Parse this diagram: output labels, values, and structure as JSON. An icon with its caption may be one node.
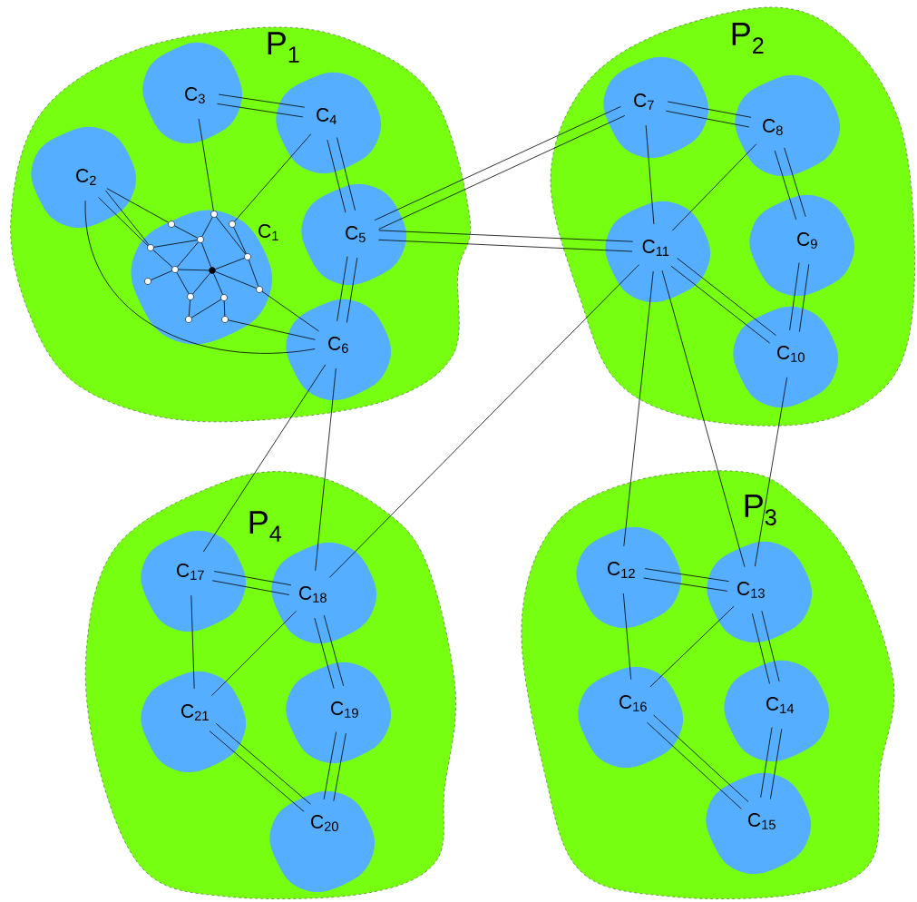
{
  "diagram": {
    "nodes": [
      {
        "text": [
          "P$_{1}$"
        ]
      },
      {
        "text": [
          "C$_{1}$"
        ],
        "in": 0
      },
      {
        "text": [
          "C$_{2}$"
        ],
        "in": 0
      },
      {
        "text": [
          "C$_{3}$"
        ],
        "in": 0
      },
      {
        "text": [
          "C$_{4}$"
        ],
        "in": 0
      },
      {
        "text": [
          "C$_{5}$"
        ],
        "in": 0
      },
      {
        "text": [
          "C$_{6}$"
        ],
        "in": 0
      },
      {
        "text": [],
        "shape": "circle",
        "in": 1
      },
      {
        "text": [],
        "shape": "circle",
        "in": 1
      },
      {
        "text": [],
        "shape": "circle",
        "in": 1
      },
      {
        "text": [],
        "shape": "circle",
        "in": 1
      },
      {
        "text": [],
        "shape": "circle",
        "in": 1
      },
      {
        "text": [],
        "shape": "circle",
        "in": 1
      },
      {
        "text": [],
        "shape": "circle",
        "in": 1
      },
      {
        "text": [],
        "shape": "dot",
        "in": 1
      },
      {
        "text": [],
        "shape": "circle",
        "in": 1
      },
      {
        "text": [],
        "shape": "circle",
        "in": 1
      },
      {
        "text": [],
        "shape": "circle",
        "in": 1
      },
      {
        "text": [],
        "shape": "circle",
        "in": 1
      },
      {
        "text": [],
        "shape": "circle",
        "in": 1
      },
      {
        "text": [],
        "shape": "circle",
        "in": 1
      },
      {
        "text": [
          "P$_{2}$"
        ]
      },
      {
        "text": [
          "C$_{7}$"
        ],
        "in": 21
      },
      {
        "text": [
          "C$_{8}$"
        ],
        "in": 21
      },
      {
        "text": [
          "C$_{9}$"
        ],
        "in": 21
      },
      {
        "text": [
          "C$_{10}$"
        ],
        "in": 21
      },
      {
        "text": [
          "C$_{11}$"
        ],
        "in": 21
      },
      {
        "text": [
          "P$_{3}$"
        ]
      },
      {
        "text": [
          "C$_{12}$"
        ],
        "in": 27
      },
      {
        "text": [
          "C$_{13}$"
        ],
        "in": 27
      },
      {
        "text": [
          "C$_{14}$"
        ],
        "in": 27
      },
      {
        "text": [
          "C$_{15}$"
        ],
        "in": 27
      },
      {
        "text": [
          "C$_{16}$"
        ],
        "in": 27
      },
      {
        "text": [
          "P$_{4}$"
        ]
      },
      {
        "text": [
          "C$_{17}$"
        ],
        "in": 33
      },
      {
        "text": [
          "C$_{18}$"
        ],
        "in": 33
      },
      {
        "text": [
          "C$_{19}$"
        ],
        "in": 33
      },
      {
        "text": [
          "C$_{20}$"
        ],
        "in": 33
      },
      {
        "text": [
          "C$_{21}$"
        ],
        "in": 33
      }
    ],
    "edges": [
      {
        "from": 11,
        "to": 10,
        "arrow": "none"
      },
      {
        "from": 10,
        "to": 7,
        "arrow": "none"
      },
      {
        "from": 7,
        "to": 12,
        "arrow": "none"
      },
      {
        "from": 8,
        "to": 12,
        "arrow": "none"
      },
      {
        "from": 12,
        "to": 16,
        "arrow": "none"
      },
      {
        "from": 11,
        "to": 13,
        "arrow": "none"
      },
      {
        "from": 10,
        "to": 13,
        "arrow": "none"
      },
      {
        "from": 10,
        "to": 14,
        "arrow": "none"
      },
      {
        "from": 13,
        "to": 14,
        "arrow": "none"
      },
      {
        "from": 13,
        "to": 15,
        "arrow": "none"
      },
      {
        "from": 13,
        "to": 17,
        "arrow": "none"
      },
      {
        "from": 14,
        "to": 17,
        "arrow": "none"
      },
      {
        "from": 14,
        "to": 12,
        "arrow": "none"
      },
      {
        "from": 14,
        "to": 18,
        "arrow": "none"
      },
      {
        "from": 14,
        "to": 16,
        "arrow": "none"
      },
      {
        "from": 17,
        "to": 19,
        "arrow": "none"
      },
      {
        "from": 18,
        "to": 19,
        "arrow": "none"
      },
      {
        "from": 18,
        "to": 20,
        "arrow": "none"
      },
      {
        "from": 9,
        "to": 10,
        "arrow": "none"
      },
      {
        "from": 2,
        "to": 11,
        "arrow": "none"
      },
      {
        "from": 2,
        "to": 11,
        "arrow": "none"
      },
      {
        "from": 2,
        "to": 9,
        "arrow": "none"
      },
      {
        "from": 3,
        "to": 7,
        "arrow": "none"
      },
      {
        "from": 4,
        "to": 8,
        "arrow": "none"
      },
      {
        "from": 16,
        "to": 6,
        "arrow": "none"
      },
      {
        "from": 20,
        "to": 6,
        "arrow": "none"
      },
      {
        "from": 3,
        "to": 4,
        "arrow": "none"
      },
      {
        "from": 3,
        "to": 4,
        "arrow": "none"
      },
      {
        "from": 4,
        "to": 5,
        "arrow": "none"
      },
      {
        "from": 4,
        "to": 5,
        "arrow": "none"
      },
      {
        "from": 5,
        "to": 6,
        "arrow": "none"
      },
      {
        "from": 5,
        "to": 6,
        "arrow": "none"
      },
      {
        "from": 2,
        "to": 6,
        "arrow": "none"
      },
      {
        "from": 5,
        "to": 22,
        "arrow": "none"
      },
      {
        "from": 5,
        "to": 22,
        "arrow": "none"
      },
      {
        "from": 5,
        "to": 26,
        "arrow": "none"
      },
      {
        "from": 5,
        "to": 26,
        "arrow": "none"
      },
      {
        "from": 22,
        "to": 23,
        "arrow": "none"
      },
      {
        "from": 22,
        "to": 23,
        "arrow": "none"
      },
      {
        "from": 22,
        "to": 26,
        "arrow": "none"
      },
      {
        "from": 23,
        "to": 26,
        "arrow": "none"
      },
      {
        "from": 23,
        "to": 24,
        "arrow": "none"
      },
      {
        "from": 23,
        "to": 24,
        "arrow": "none"
      },
      {
        "from": 24,
        "to": 25,
        "arrow": "none"
      },
      {
        "from": 24,
        "to": 25,
        "arrow": "none"
      },
      {
        "from": 26,
        "to": 25,
        "arrow": "none"
      },
      {
        "from": 26,
        "to": 25,
        "arrow": "none"
      },
      {
        "from": 26,
        "to": 28,
        "arrow": "none"
      },
      {
        "from": 26,
        "to": 29,
        "arrow": "none"
      },
      {
        "from": 25,
        "to": 29,
        "arrow": "none"
      },
      {
        "from": 26,
        "to": 35,
        "arrow": "none"
      },
      {
        "from": 6,
        "to": 34,
        "arrow": "none"
      },
      {
        "from": 6,
        "to": 35,
        "arrow": "none"
      },
      {
        "from": 28,
        "to": 29,
        "arrow": "none"
      },
      {
        "from": 28,
        "to": 29,
        "arrow": "none"
      },
      {
        "from": 28,
        "to": 32,
        "arrow": "none"
      },
      {
        "from": 29,
        "to": 32,
        "arrow": "none"
      },
      {
        "from": 29,
        "to": 30,
        "arrow": "none"
      },
      {
        "from": 29,
        "to": 30,
        "arrow": "none"
      },
      {
        "from": 30,
        "to": 31,
        "arrow": "none"
      },
      {
        "from": 30,
        "to": 31,
        "arrow": "none"
      },
      {
        "from": 32,
        "to": 31,
        "arrow": "none"
      },
      {
        "from": 32,
        "to": 31,
        "arrow": "none"
      },
      {
        "from": 34,
        "to": 35,
        "arrow": "none"
      },
      {
        "from": 34,
        "to": 35,
        "arrow": "none"
      },
      {
        "from": 34,
        "to": 38,
        "arrow": "none"
      },
      {
        "from": 35,
        "to": 38,
        "arrow": "none"
      },
      {
        "from": 35,
        "to": 36,
        "arrow": "none"
      },
      {
        "from": 35,
        "to": 36,
        "arrow": "none"
      },
      {
        "from": 36,
        "to": 37,
        "arrow": "none"
      },
      {
        "from": 36,
        "to": 37,
        "arrow": "none"
      },
      {
        "from": 38,
        "to": 37,
        "arrow": "none"
      },
      {
        "from": 38,
        "to": 37,
        "arrow": "none"
      }
    ]
  }
}
